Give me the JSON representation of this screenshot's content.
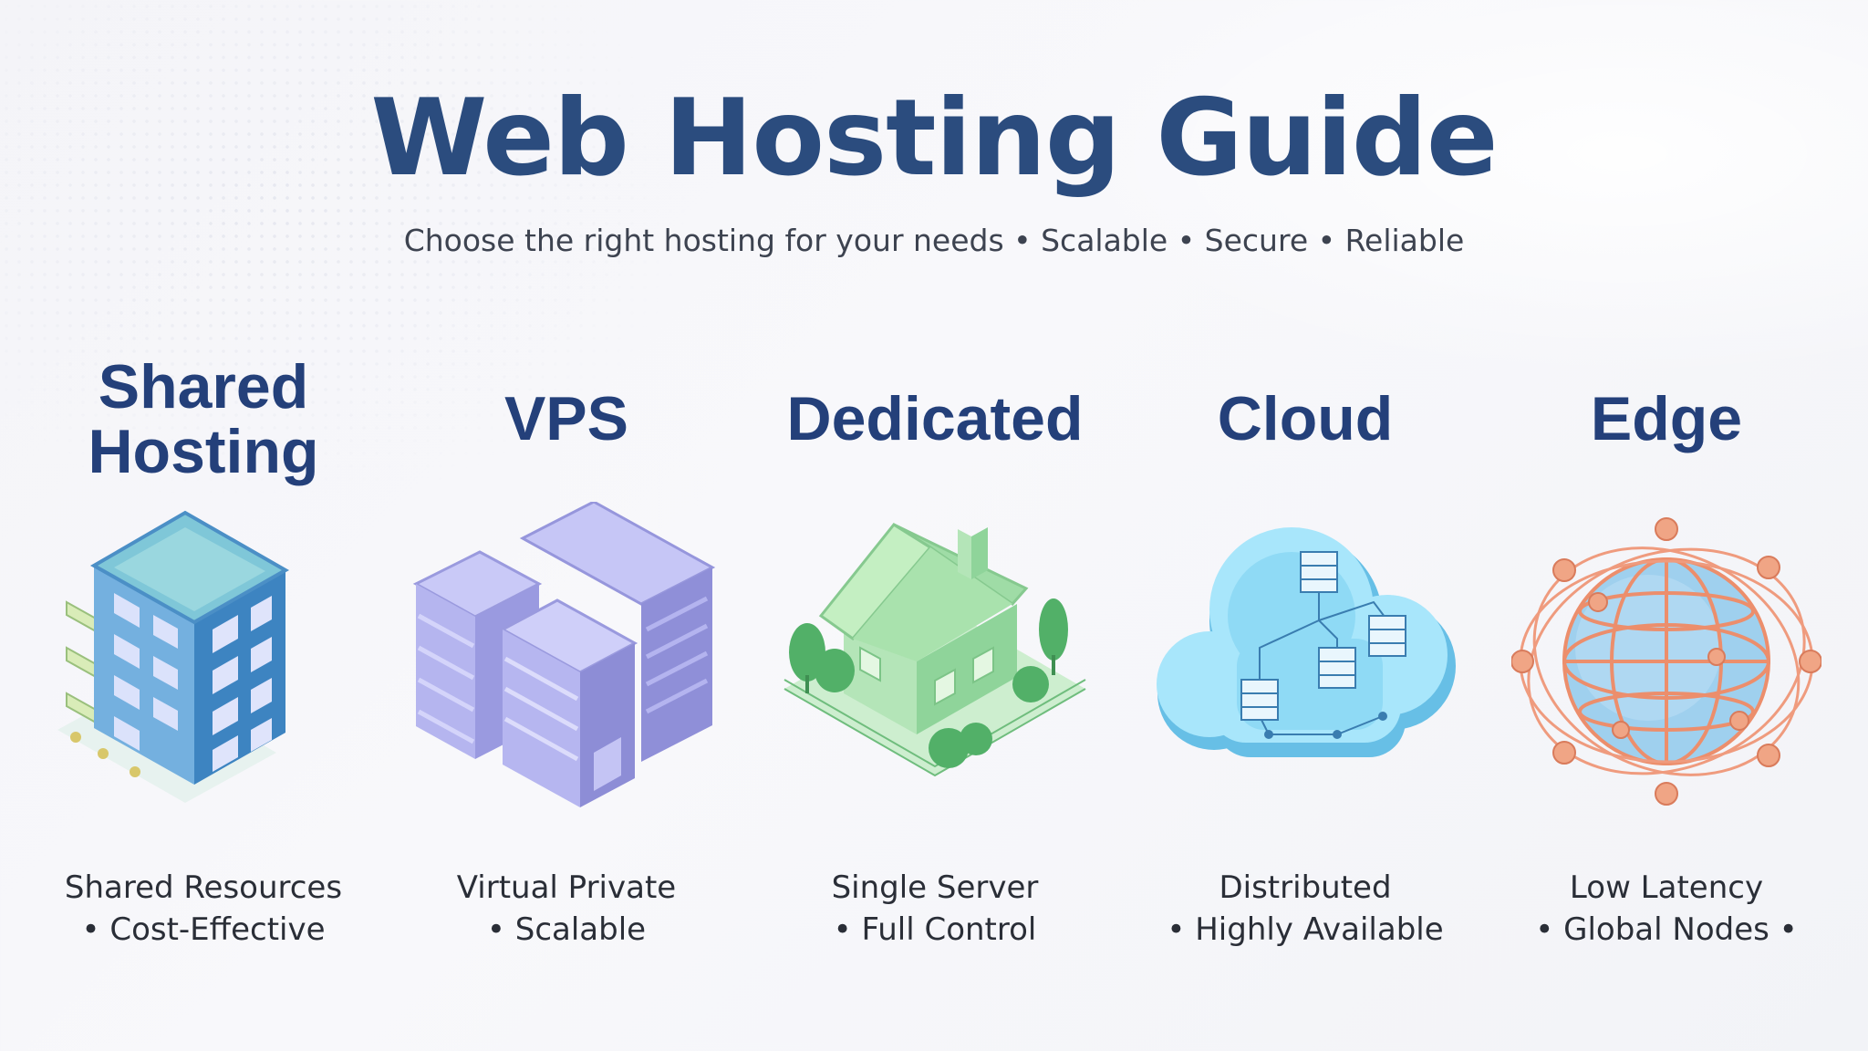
{
  "header": {
    "title": "Web Hosting Guide",
    "subtitle": "Choose the right hosting for your needs • Scalable • Secure • Reliable"
  },
  "columns": [
    {
      "title": "Shared\nHosting",
      "line1": "Shared Resources",
      "line2": "• Cost-Effective",
      "illustration": "apartment-building-icon"
    },
    {
      "title": "VPS",
      "line1": "Virtual Private",
      "line2": "• Scalable",
      "illustration": "office-buildings-icon"
    },
    {
      "title": "Dedicated",
      "line1": "Single Server",
      "line2": "• Full Control",
      "illustration": "house-icon"
    },
    {
      "title": "Cloud",
      "line1": "Distributed",
      "line2": "• Highly Available",
      "illustration": "cloud-servers-icon"
    },
    {
      "title": "Edge",
      "line1": "Low Latency",
      "line2": "• Global Nodes •",
      "illustration": "globe-network-icon"
    }
  ],
  "colors": {
    "title": "#2b4c7e",
    "heading": "#24407a",
    "shared": "#5b9bd0",
    "vps": "#a9a9ec",
    "dedicated": "#9fdba8",
    "cloud": "#7fd0f0",
    "edge": "#ee9a7c"
  }
}
